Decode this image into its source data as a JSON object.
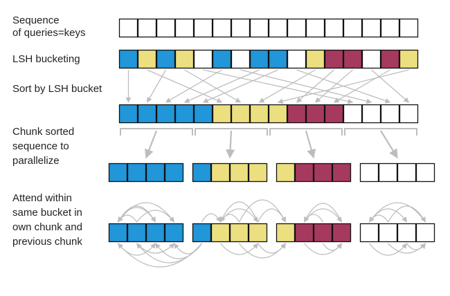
{
  "labels": {
    "sequence": [
      "Sequence",
      "of queries=keys"
    ],
    "lsh_bucketing": "LSH bucketing",
    "sort": "Sort by LSH bucket",
    "chunk": [
      "Chunk sorted",
      "sequence to",
      "parallelize"
    ],
    "attend": [
      "Attend within",
      "same bucket in",
      "own chunk and",
      "previous chunk"
    ]
  },
  "colors": {
    "blue": "#2196d8",
    "yellow": "#ecdf80",
    "maroon": "#a53a5e",
    "white": "#ffffff",
    "arrow": "#bdbdbd",
    "stroke": "#111111"
  },
  "rows": {
    "sequence": [
      "white",
      "white",
      "white",
      "white",
      "white",
      "white",
      "white",
      "white",
      "white",
      "white",
      "white",
      "white",
      "white",
      "white",
      "white",
      "white"
    ],
    "lsh": [
      "blue",
      "yellow",
      "blue",
      "yellow",
      "white",
      "blue",
      "white",
      "blue",
      "blue",
      "white",
      "yellow",
      "maroon",
      "maroon",
      "white",
      "maroon",
      "yellow"
    ],
    "sorted": [
      "blue",
      "blue",
      "blue",
      "blue",
      "blue",
      "yellow",
      "yellow",
      "yellow",
      "yellow",
      "maroon",
      "maroon",
      "maroon",
      "white",
      "white",
      "white",
      "white"
    ]
  },
  "chunk_count": 4,
  "chunk_size": 4
}
